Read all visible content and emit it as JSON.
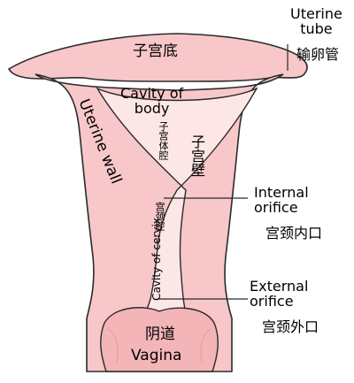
{
  "colors": {
    "tissue": "#f7c7c9",
    "tissue_dark": "#e89ea2",
    "cavity": "#fde7e6",
    "outline": "#2b2b2b",
    "vagina_inner": "#f3b5b8"
  },
  "labels": {
    "uterine_tube_en": "Uterine\ntube",
    "uterine_tube_en_1": "Uterine",
    "uterine_tube_en_2": "tube",
    "uterine_tube_zh": "输卵管",
    "fundus_zh": "子宫底",
    "cavity_body_en_1": "Cavity of",
    "cavity_body_en_2": "body",
    "cavity_body_zh": "子宫体腔",
    "uterine_wall_en": "Uterine wall",
    "uterine_wall_zh": "子宫壁",
    "internal_orifice_en_1": "Internal",
    "internal_orifice_en_2": "orifice",
    "internal_orifice_zh": "宫颈内口",
    "cervix_cavity_zh": "宫颈腔",
    "cervix_cavity_en": "Cavity of cervix",
    "external_orifice_en_1": "External",
    "external_orifice_en_2": "orifice",
    "external_orifice_zh": "宫颈外口",
    "vagina_zh": "阴道",
    "vagina_en": "Vagina"
  }
}
